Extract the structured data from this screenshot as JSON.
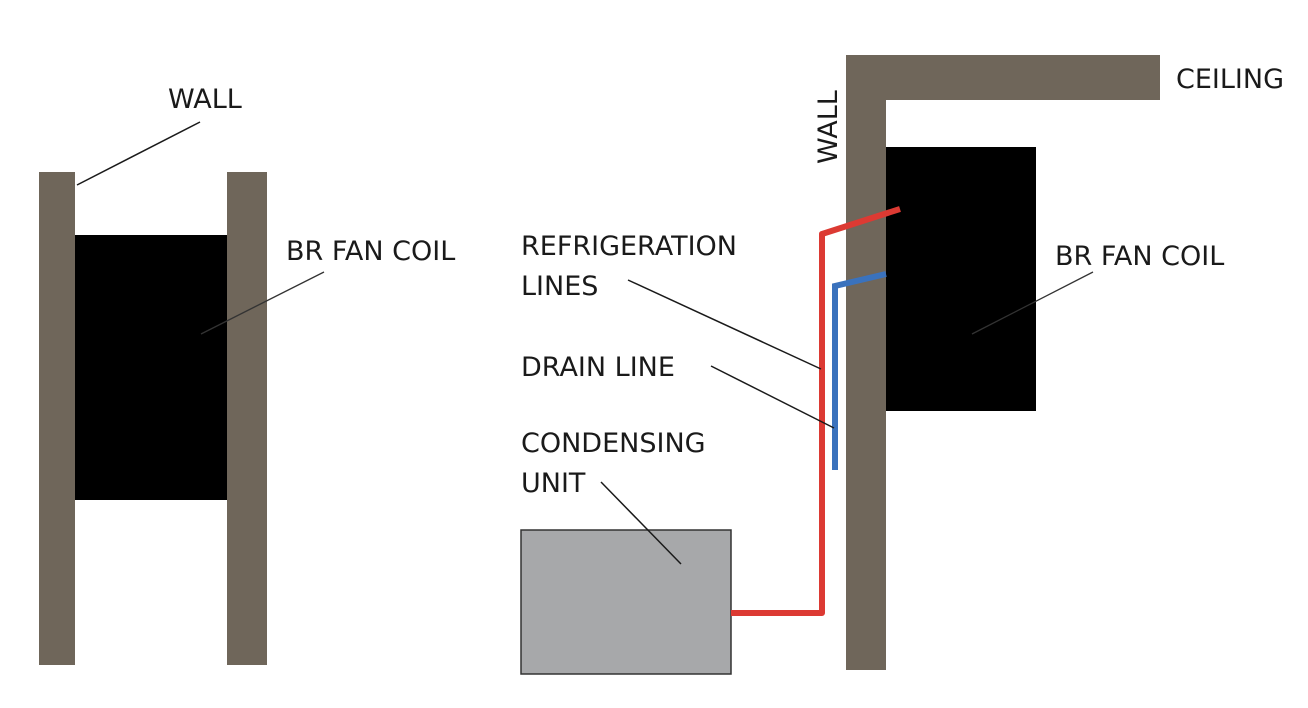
{
  "colors": {
    "wall": "#6f665a",
    "fan_coil": "#000000",
    "condensing_unit": "#a7a8aa",
    "refrigeration_line": "#dc3a33",
    "drain_line": "#3a72bd",
    "leader": "#1a1a1a"
  },
  "left_view": {
    "wall_label": "WALL",
    "fan_coil_label": "BR FAN COIL"
  },
  "right_view": {
    "wall_label": "WALL",
    "ceiling_label": "CEILING",
    "fan_coil_label": "BR FAN COIL",
    "refrigeration_label_line1": "REFRIGERATION",
    "refrigeration_label_line2": "LINES",
    "drain_label": "DRAIN LINE",
    "condensing_label_line1": "CONDENSING",
    "condensing_label_line2": "UNIT"
  }
}
